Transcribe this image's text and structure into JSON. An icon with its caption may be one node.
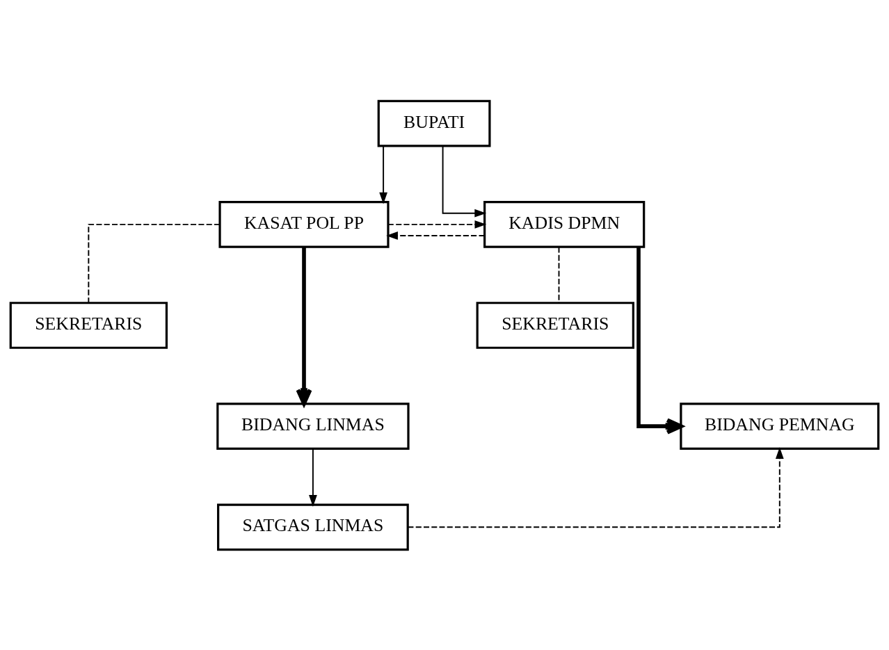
{
  "diagram": {
    "nodes": [
      {
        "text": [
          "BUPATI"
        ]
      },
      {
        "text": [
          "KASAT POL PP"
        ]
      },
      {
        "text": [
          "KADIS DPMN"
        ]
      },
      {
        "text": [
          "SEKRETARIS"
        ]
      },
      {
        "text": [
          "SEKRETARIS"
        ]
      },
      {
        "text": [
          "BIDANG LINMAS"
        ]
      },
      {
        "text": [
          "BIDANG PEMNAG"
        ]
      },
      {
        "text": [
          "SATGAS LINMAS"
        ]
      }
    ],
    "edges": [
      {
        "from": 0,
        "to": 1,
        "arrow": "to"
      },
      {
        "from": 0,
        "to": 2,
        "arrow": "to"
      },
      {
        "from": 1,
        "to": 2,
        "arrow": "to",
        "style": "dashed"
      },
      {
        "from": 2,
        "to": 1,
        "arrow": "to",
        "style": "dashed"
      },
      {
        "from": 1,
        "to": 5,
        "arrow": "to",
        "style": "thick"
      },
      {
        "from": 2,
        "to": 6,
        "arrow": "to",
        "style": "thick"
      },
      {
        "from": 1,
        "to": 3,
        "arrow": "none",
        "style": "dashed"
      },
      {
        "from": 2,
        "to": 4,
        "arrow": "none",
        "style": "dashed"
      },
      {
        "from": 5,
        "to": 7,
        "arrow": "to"
      },
      {
        "from": 7,
        "to": 6,
        "arrow": "to",
        "style": "dashed"
      }
    ]
  }
}
